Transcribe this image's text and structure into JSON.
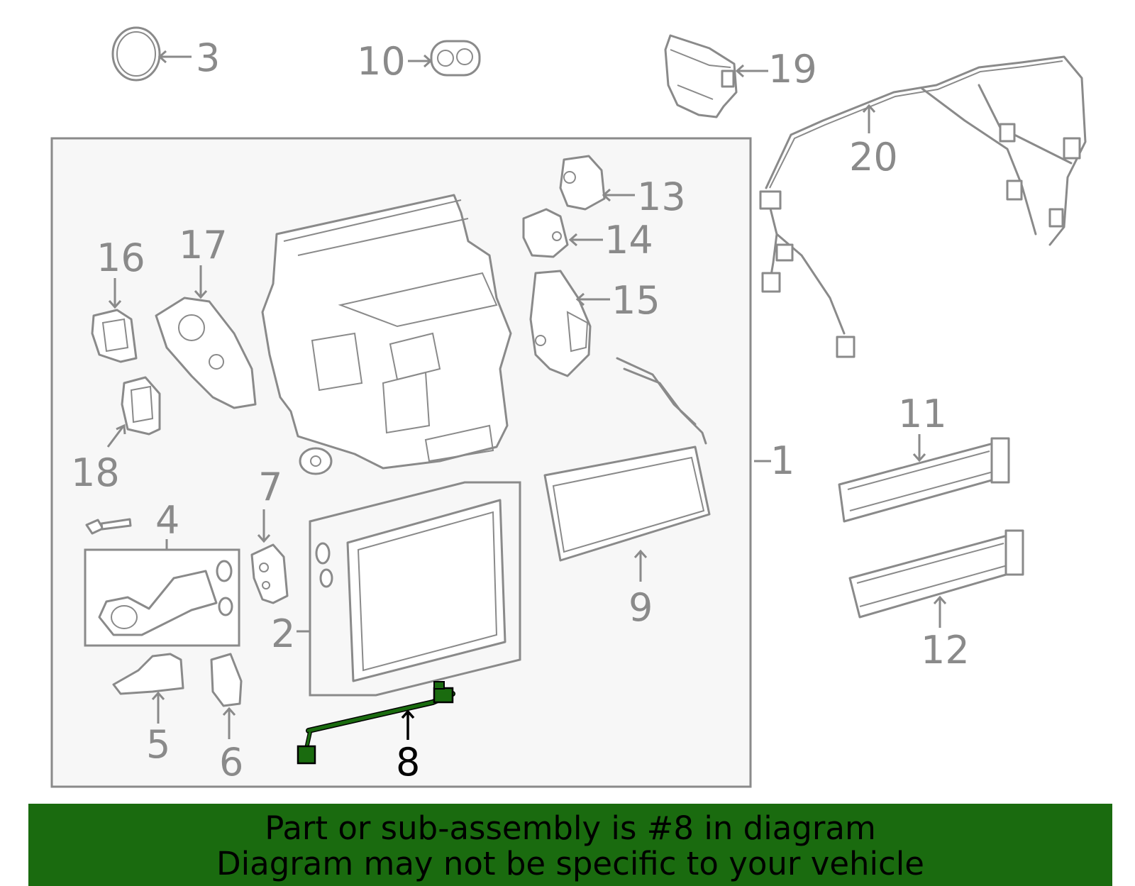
{
  "diagram": {
    "callouts": {
      "c1": "1",
      "c2": "2",
      "c3": "3",
      "c4": "4",
      "c5": "5",
      "c6": "6",
      "c7": "7",
      "c8": "8",
      "c9": "9",
      "c10": "10",
      "c11": "11",
      "c12": "12",
      "c13": "13",
      "c14": "14",
      "c15": "15",
      "c16": "16",
      "c17": "17",
      "c18": "18",
      "c19": "19",
      "c20": "20"
    },
    "highlighted_part": "8",
    "colors": {
      "line": "#8a8a8a",
      "highlight_part": "#1a6b0f",
      "highlight_label": "#000000",
      "panel": "#f7f7f7",
      "banner": "#1a6b0f"
    }
  },
  "banner": {
    "line1": "Part or sub-assembly is #8 in diagram",
    "line2": "Diagram may not be specific to your vehicle"
  }
}
